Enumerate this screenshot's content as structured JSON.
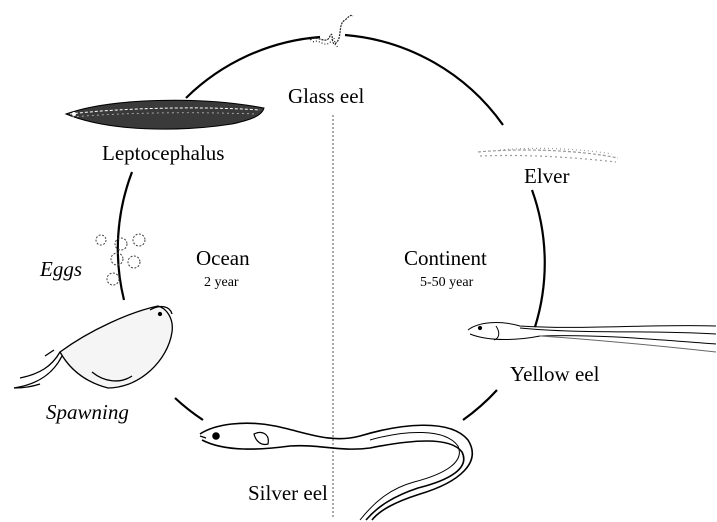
{
  "diagram": {
    "stages": {
      "glass_eel": "Glass eel",
      "leptocephalus": "Leptocephalus",
      "elver": "Elver",
      "eggs": "Eggs",
      "spawning": "Spawning",
      "yellow_eel": "Yellow eel",
      "silver_eel": "Silver eel"
    },
    "regions": {
      "ocean": {
        "name": "Ocean",
        "duration": "2 year"
      },
      "continent": {
        "name": "Continent",
        "duration": "5-50 year"
      }
    }
  }
}
